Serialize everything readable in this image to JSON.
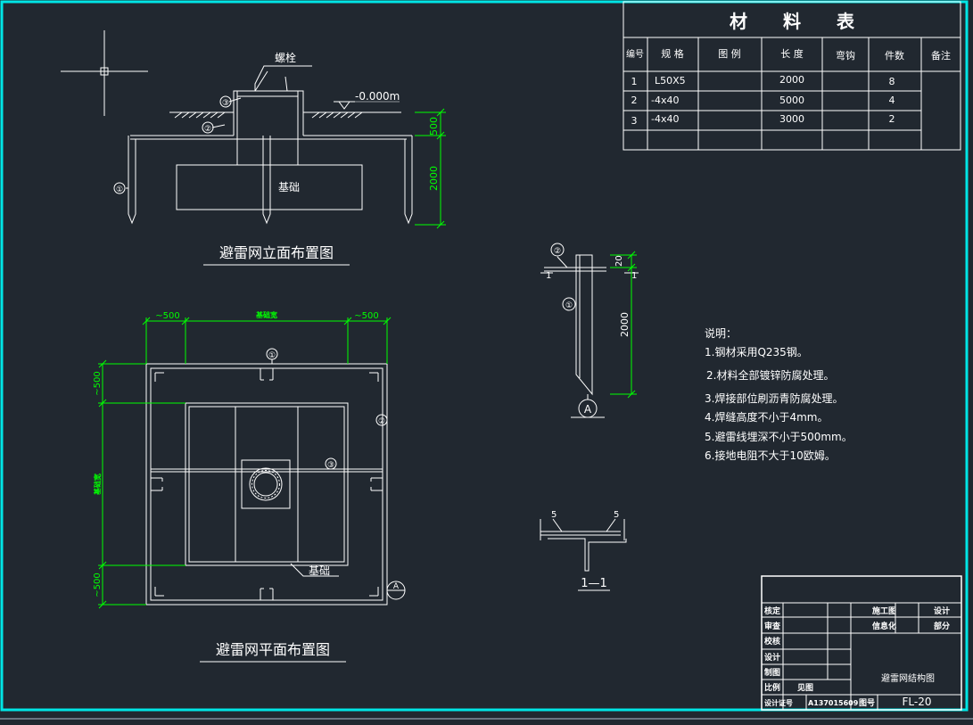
{
  "colors": {
    "background": "#212830",
    "frame": "#00e5e5",
    "lines": "#ffffff",
    "dimensions": "#00ff00"
  },
  "material_table": {
    "title": "材　　料　　表",
    "headers": [
      "编号",
      "规 格",
      "图 例",
      "长 度",
      "弯钩",
      "件数",
      "备注"
    ],
    "rows": [
      [
        "1",
        "L50X5",
        "",
        "2000",
        "",
        "8",
        ""
      ],
      [
        "2",
        "-4x40",
        "",
        "5000",
        "",
        "4",
        ""
      ],
      [
        "3",
        "-4x40",
        "",
        "3000",
        "",
        "2",
        ""
      ]
    ]
  },
  "elevation": {
    "title": "避雷网立面布置图",
    "bolt_label": "螺栓",
    "level_label": "-0.000m",
    "foundation_label": "基础",
    "dim_500": "500",
    "dim_2000": "2000",
    "callouts": [
      "①",
      "②",
      "③"
    ]
  },
  "plan": {
    "title": "避雷网平面布置图",
    "dim_top_left": "~500",
    "dim_top_mid": "基础宽",
    "dim_top_right": "~500",
    "dim_left_top": "~500",
    "dim_left_mid": "基础宽",
    "dim_left_bottom": "~500",
    "foundation_label": "基础",
    "callout_a": "A"
  },
  "detail": {
    "dim_20": "20",
    "dim_2000": "2000",
    "section_mark": "1",
    "callout_a": "A"
  },
  "section": {
    "weld_left": "5",
    "weld_right": "5",
    "label": "1—1"
  },
  "notes": {
    "title": "说明：",
    "items": [
      "1.钢材采用Q235钢。",
      "2.材料全部镀锌防腐处理。",
      "3.焊接部位刷沥青防腐处理。",
      "4.焊缝高度不小于4mm。",
      "5.避雷线埋深不小于500mm。",
      "6.接地电阻不大于10欧姆。"
    ]
  },
  "title_block": {
    "labels": [
      "核定",
      "审查",
      "校核",
      "设计",
      "制图",
      "比例",
      "设计证号"
    ],
    "scale_value": "见图",
    "cert_value": "A137015609",
    "stage_label": "施工图",
    "design_label": "设计",
    "info_label": "信息化",
    "part_label": "部分",
    "drawing_name": "避雷网结构图",
    "drawing_no_label": "图号",
    "drawing_no": "FL-20"
  }
}
